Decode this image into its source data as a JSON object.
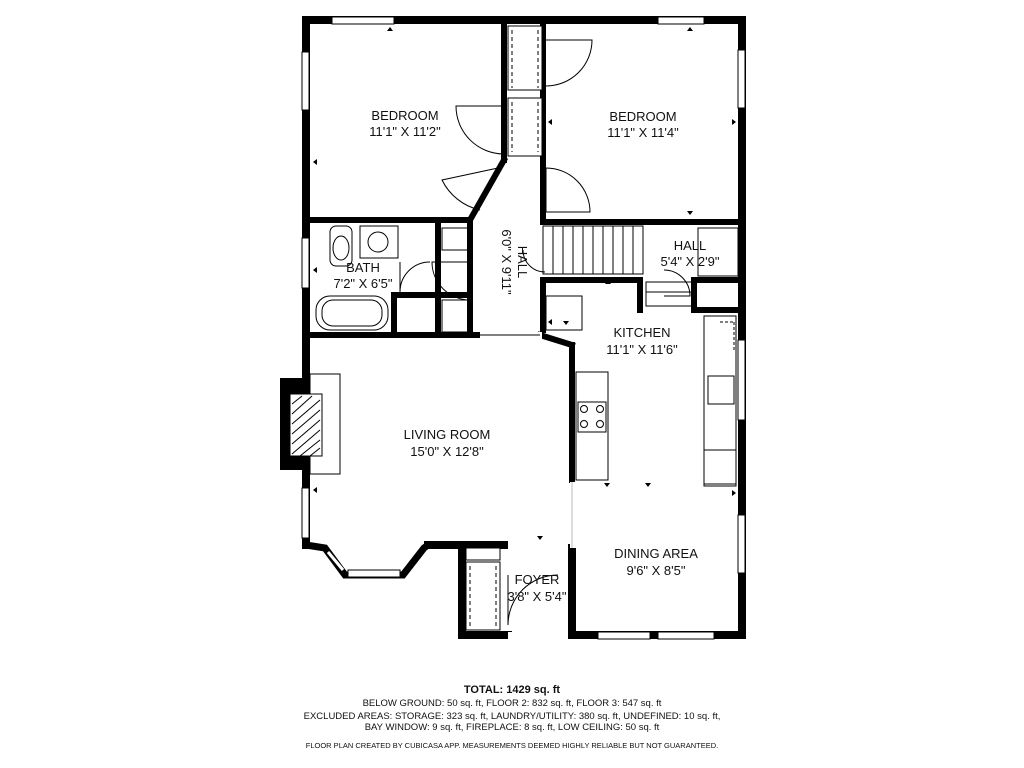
{
  "rooms": {
    "bedroom_left": {
      "name": "BEDROOM",
      "dims": "11'1\" X 11'2\""
    },
    "bedroom_right": {
      "name": "BEDROOM",
      "dims": "11'1\" X 11'4\""
    },
    "hall_vertical": {
      "name": "HALL",
      "dims": "6'0\" X 9'11\""
    },
    "hall_upper": {
      "name": "HALL",
      "dims": "5'4\" X 2'9\""
    },
    "bath": {
      "name": "BATH",
      "dims": "7'2\" X 6'5\""
    },
    "kitchen": {
      "name": "KITCHEN",
      "dims": "11'1\" X 11'6\""
    },
    "living_room": {
      "name": "LIVING ROOM",
      "dims": "15'0\" X 12'8\""
    },
    "dining_area": {
      "name": "DINING AREA",
      "dims": "9'6\" X 8'5\""
    },
    "foyer": {
      "name": "FOYER",
      "dims": "3'8\" X 5'4\""
    }
  },
  "footer": {
    "total": "TOTAL: 1429 sq. ft",
    "line1": "BELOW GROUND: 50 sq. ft, FLOOR 2: 832 sq. ft, FLOOR 3: 547 sq. ft",
    "line2": "EXCLUDED AREAS: STORAGE: 323 sq. ft, LAUNDRY/UTILITY: 380 sq. ft, UNDEFINED: 10 sq. ft,",
    "line2b": "BAY WINDOW: 9 sq. ft, FIREPLACE: 8 sq. ft, LOW CEILING: 50 sq. ft",
    "line3": "FLOOR PLAN CREATED BY CUBICASA APP. MEASUREMENTS DEEMED HIGHLY RELIABLE BUT NOT GUARANTEED."
  }
}
